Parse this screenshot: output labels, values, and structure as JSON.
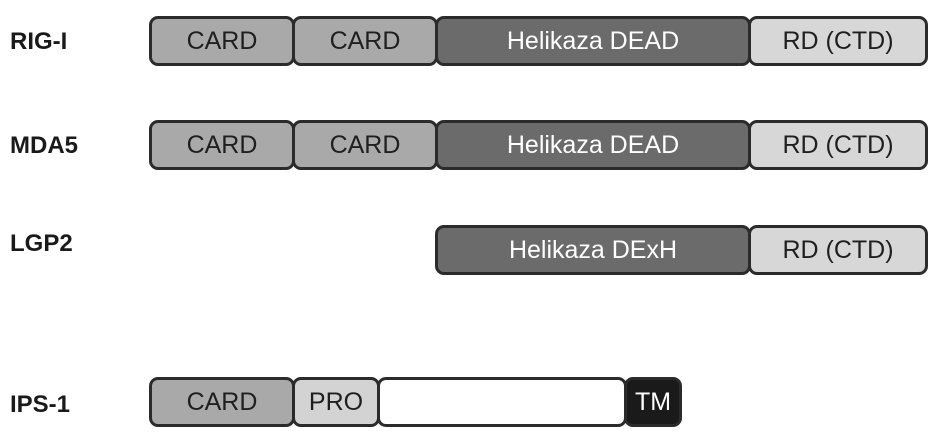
{
  "proteins": [
    {
      "label": "RIG-I",
      "domains": [
        {
          "label": "CARD"
        },
        {
          "label": "CARD"
        },
        {
          "label": "Helikaza DEAD"
        },
        {
          "label": "RD (CTD)"
        }
      ]
    },
    {
      "label": "MDA5",
      "domains": [
        {
          "label": "CARD"
        },
        {
          "label": "CARD"
        },
        {
          "label": "Helikaza DEAD"
        },
        {
          "label": "RD (CTD)"
        }
      ]
    },
    {
      "label": "LGP2",
      "domains": [
        {
          "label": "Helikaza DExH"
        },
        {
          "label": "RD (CTD)"
        }
      ]
    },
    {
      "label": "IPS-1",
      "domains": [
        {
          "label": "CARD"
        },
        {
          "label": "PRO"
        },
        {
          "label": ""
        },
        {
          "label": "TM"
        }
      ]
    }
  ],
  "colors": {
    "card": "#a9a9a9",
    "helicase": "#6b6b6b",
    "rd": "#d7d7d7",
    "pro": "#d3d3d3",
    "tm": "#1a1a1a",
    "outline": "#2b2b2b"
  }
}
